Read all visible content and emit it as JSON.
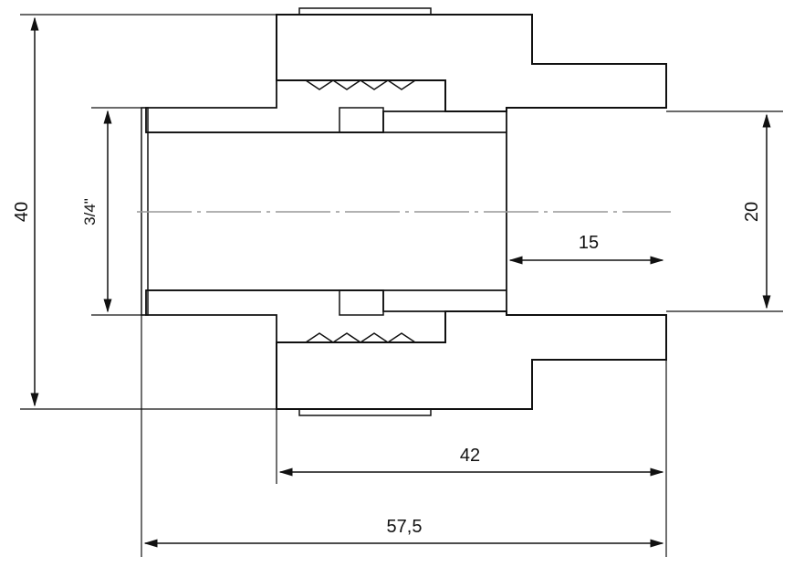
{
  "dimensions": {
    "overall_diameter": "40",
    "thread_size": "3/4\"",
    "socket_diameter": "20",
    "socket_depth": "15",
    "body_length": "42",
    "total_length": "57,5"
  },
  "colors": {
    "line": "#111111",
    "centerline": "#999999",
    "background": "#ffffff"
  }
}
